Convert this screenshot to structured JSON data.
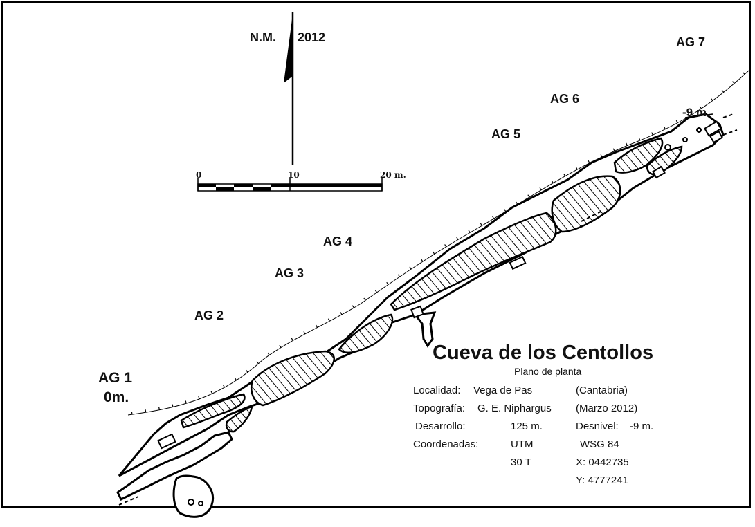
{
  "north": {
    "label": "N.M.",
    "year": "2012"
  },
  "scale": {
    "ticks": [
      "0",
      "10",
      "20 m."
    ]
  },
  "stations": [
    {
      "id": "ag2",
      "label": "AG 2"
    },
    {
      "id": "ag3",
      "label": "AG 3"
    },
    {
      "id": "ag4",
      "label": "AG 4"
    },
    {
      "id": "ag5",
      "label": "AG 5"
    },
    {
      "id": "ag6",
      "label": "AG 6"
    },
    {
      "id": "ag7",
      "label": "AG 7"
    }
  ],
  "ag1": {
    "label": "AG 1",
    "depth": "0m."
  },
  "end_depth": "-9 m.",
  "title": "Cueva de los Centollos",
  "subtitle": "Plano de planta",
  "info": {
    "localidad_label": "Localidad:",
    "localidad_value": "Vega de Pas",
    "localidad_region": "(Cantabria)",
    "topografia_label": "Topografía:",
    "topografia_value": "G. E. Niphargus",
    "topografia_date": "(Marzo 2012)",
    "desarrollo_label": "Desarrollo:",
    "desarrollo_value": "125 m.",
    "desnivel_label": "Desnivel:",
    "desnivel_value": "-9 m.",
    "coordenadas_label": "Coordenadas:",
    "utm": "UTM",
    "datum": "WSG 84",
    "zone": "30 T",
    "x": "X: 0442735",
    "y": "Y: 4777241"
  }
}
